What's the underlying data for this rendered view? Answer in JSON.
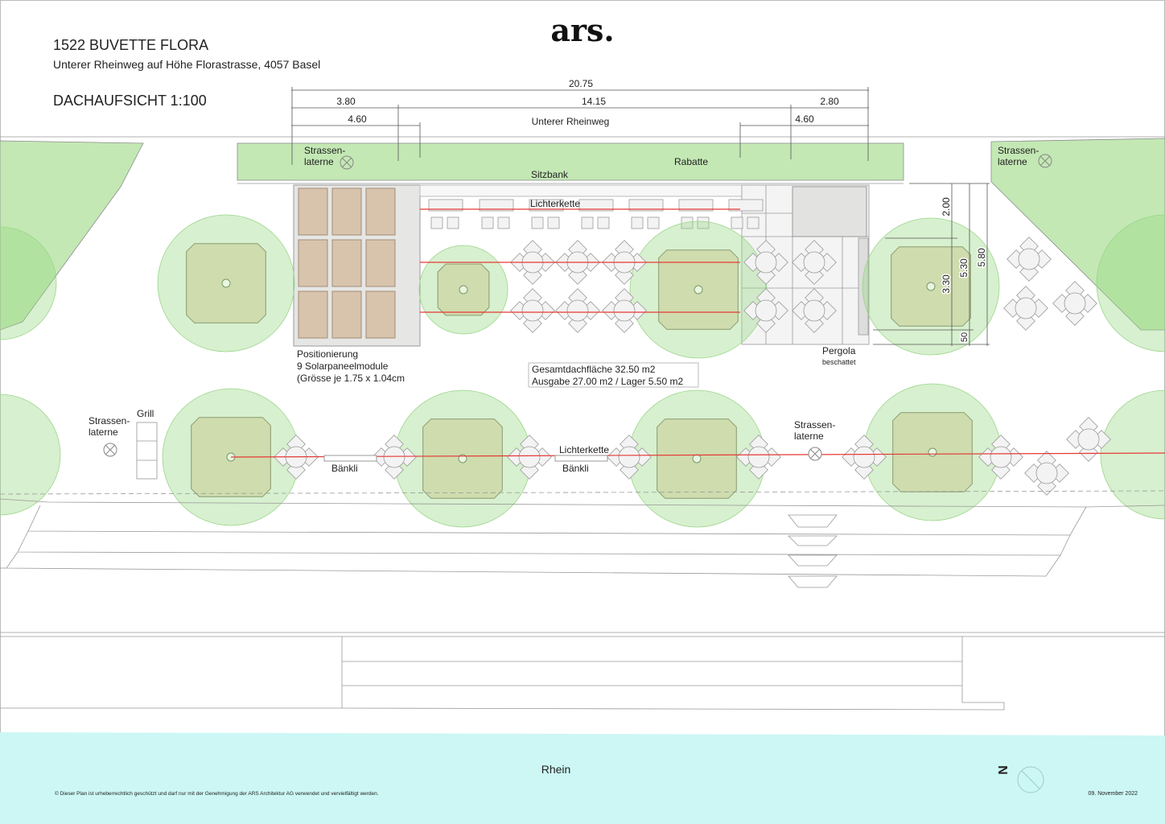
{
  "header": {
    "project_title": "1522 BUVETTE FLORA",
    "address": "Unterer Rheinweg auf Höhe Florastrasse, 4057 Basel",
    "plan_title": "DACHAUFSICHT 1:100",
    "logo": "ars."
  },
  "dimensions": {
    "total": "20.75",
    "left": "3.80",
    "middle": "14.15",
    "right": "2.80",
    "left_offset": "4.60",
    "right_offset": "4.60",
    "vertical_top": "2.00",
    "vertical_mid": "3.30",
    "vertical_total_inner": "5.30",
    "vertical_total": "5.80",
    "vertical_bottom": "50"
  },
  "labels": {
    "street": "Unterer  Rheinweg",
    "lamp_line1": "Strassen-",
    "lamp_line2": "laterne",
    "rabatte": "Rabatte",
    "sitzbank": "Sitzbank",
    "lichterkette": "Lichterkette",
    "solar_1": "Positionierung",
    "solar_2": "9 Solarpaneelmodule",
    "solar_3": "(Grösse je 1.75 x 1.04cm",
    "area_1": "Gesamtdachfläche 32.50 m2",
    "area_2": "Ausgabe 27.00 m2 / Lager 5.50 m2",
    "pergola": "Pergola",
    "pergola_sub": "beschattet",
    "grill": "Grill",
    "baenkli": "Bänkli",
    "river": "Rhein",
    "north": "N"
  },
  "footer": {
    "copyright": "© Dieser Plan ist urheberrechtlich geschützt und darf nur mit der Genehmigung der ARS Architektur AG verwendet und vervielfältigt werden.",
    "date": "09. November 2022"
  },
  "colors": {
    "green_area": "#c3e8b4",
    "river": "#ccf7f5",
    "light_chain": "#e53935",
    "solar_panel": "#d8c3ad"
  }
}
